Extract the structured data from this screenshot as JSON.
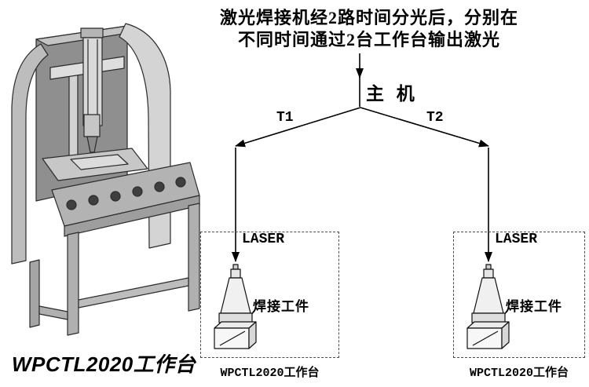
{
  "figure": {
    "title_line1": "激光焊接机经2路时间分光后，分别在",
    "title_line2": "不同时间通过2台工作台输出激光",
    "main_unit_label": "主 机",
    "branch_left_label": "T1",
    "branch_right_label": "T2"
  },
  "machine": {
    "caption": "WPCTL2020工作台"
  },
  "stations": [
    {
      "laser_label": "LASER",
      "workpiece_label": "焊接工件",
      "caption": "WPCTL2020工作台"
    },
    {
      "laser_label": "LASER",
      "workpiece_label": "焊接工件",
      "caption": "WPCTL2020工作台"
    }
  ],
  "colors": {
    "line": "#000000",
    "dashed_border": "#4c4c4c",
    "machine_light": "#d9d9d9",
    "machine_mid": "#b3b3b3",
    "machine_dark": "#8f8f8f"
  }
}
